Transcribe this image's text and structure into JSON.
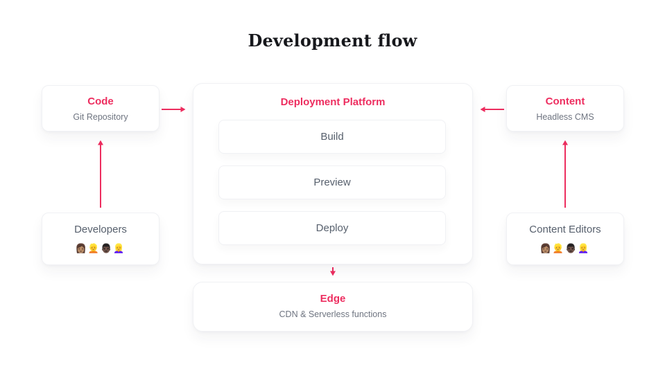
{
  "title": "Development flow",
  "colors": {
    "accent": "#ed2d5f",
    "label_gray": "#57606d",
    "subtitle_gray": "#6e7480",
    "card_background": "#ffffff",
    "page_background": "#ffffff"
  },
  "nodes": {
    "code": {
      "title": "Code",
      "subtitle": "Git Repository"
    },
    "platform": {
      "title": "Deployment Platform",
      "steps": [
        {
          "label": "Build"
        },
        {
          "label": "Preview"
        },
        {
          "label": "Deploy"
        }
      ]
    },
    "content": {
      "title": "Content",
      "subtitle": "Headless CMS"
    },
    "developers": {
      "label": "Developers",
      "emojis": "👩🏽👱👨🏿👱‍♀️"
    },
    "content_editors": {
      "label": "Content Editors",
      "emojis": "👩🏽👱👨🏿👱‍♀️"
    },
    "edge": {
      "title": "Edge",
      "subtitle": "CDN & Serverless functions"
    }
  },
  "arrows": [
    {
      "name": "developers-to-code",
      "direction": "up"
    },
    {
      "name": "code-to-platform",
      "direction": "right"
    },
    {
      "name": "content-editors-to-content",
      "direction": "up"
    },
    {
      "name": "content-to-platform",
      "direction": "left"
    },
    {
      "name": "platform-to-edge",
      "direction": "down"
    }
  ]
}
